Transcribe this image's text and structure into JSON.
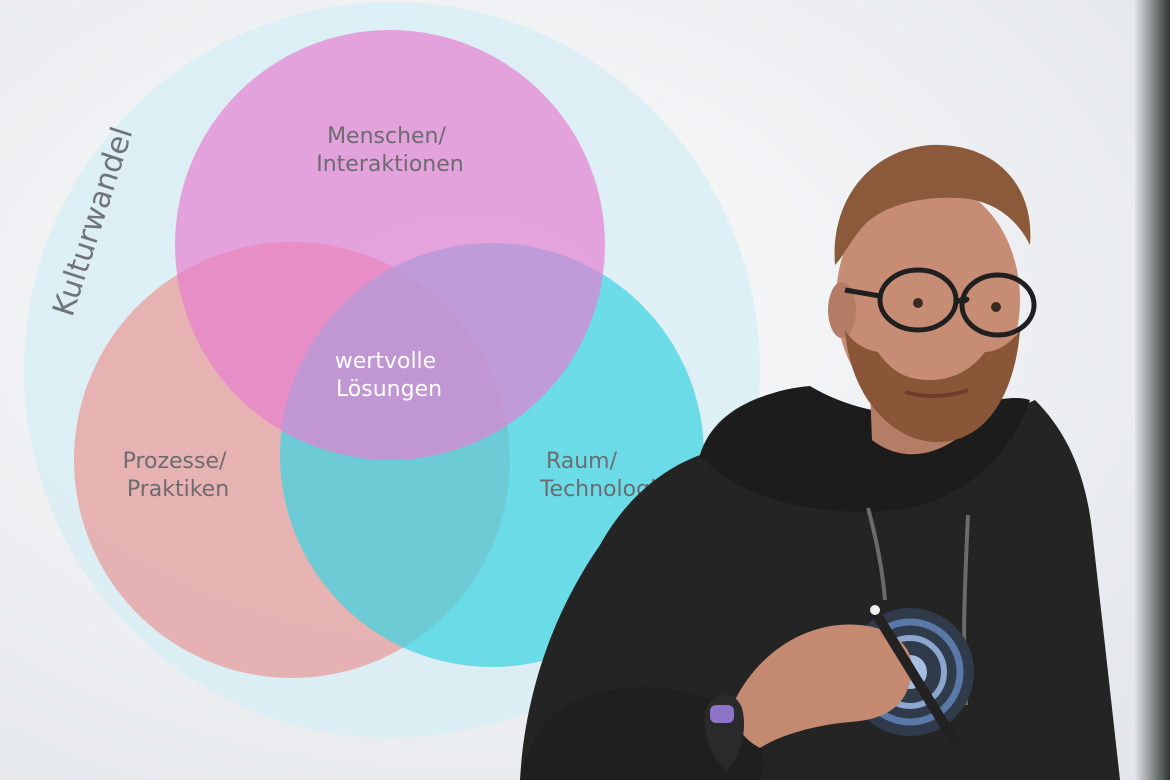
{
  "diagram": {
    "outer_label": "Kulturwandel",
    "circles": [
      {
        "id": "people",
        "label_lines": [
          "Menschen/",
          "Interaktionen"
        ],
        "color": "#e77fd3"
      },
      {
        "id": "process",
        "label_lines": [
          "Prozesse/",
          "Praktiken"
        ],
        "color": "#e9a3a2"
      },
      {
        "id": "space",
        "label_lines": [
          "Raum/",
          "Technologi"
        ],
        "color": "#46d6e3"
      }
    ],
    "center_label_lines": [
      "wertvolle",
      "Lösungen"
    ],
    "outer_color": "#d7eef5"
  },
  "colors": {
    "screen": "#f4f6f8",
    "text": "#6d6d70",
    "center_text": "#ffffff",
    "hoodie": "#242424",
    "skin": "#c48c74",
    "hair": "#8a5a3a"
  }
}
